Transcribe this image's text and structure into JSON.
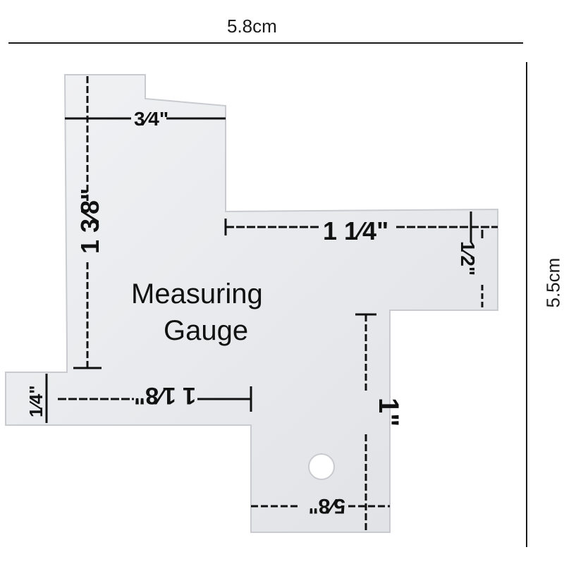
{
  "dimensions": {
    "width_label": "5.8cm",
    "height_label": "5.5cm"
  },
  "gauge": {
    "title_line1": "Measuring",
    "title_line2": "Gauge",
    "marks": {
      "three_quarter": "3⁄4\"",
      "one_three_eighths": "1 3⁄8\"",
      "one_quarter_top": "1 1⁄4\"",
      "one_half": "1⁄2\"",
      "quarter_left": "1⁄4\"",
      "one_one_eighth": "1 1⁄8\"",
      "one_inch": "1\"",
      "five_eighths": "5⁄8\""
    }
  },
  "colors": {
    "gauge_fill": "#e9eaed",
    "gauge_edge": "#c9cbd0",
    "ink": "#111111"
  }
}
